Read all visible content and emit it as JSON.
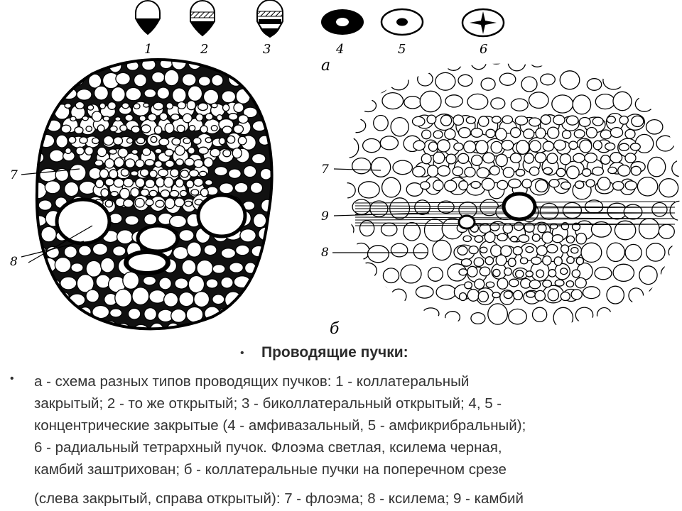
{
  "figure": {
    "part_a_label": "а",
    "part_b_label": "б",
    "type_numbers": [
      "1",
      "2",
      "3",
      "4",
      "5",
      "6"
    ],
    "callout_numbers": [
      "7",
      "8",
      "9"
    ]
  },
  "caption": {
    "title": "Проводящие пучки:",
    "lines": [
      "а - схема разных типов проводящих пучков: 1 - коллатеральный",
      "закрытый; 2 - то же открытый; 3 - биколлатеральный открытый; 4, 5 -",
      "концентрические закрытые (4 - амфивазальный, 5 - амфикрибральный);",
      "6 - радиальный тетрархный пучок. Флоэма светлая, ксилема черная,",
      "камбий заштрихован; б - коллатеральные пучки на поперечном срезе",
      "(слева закрытый, справа открытый): 7 - флоэма; 8 - ксилема; 9 - камбий"
    ]
  }
}
